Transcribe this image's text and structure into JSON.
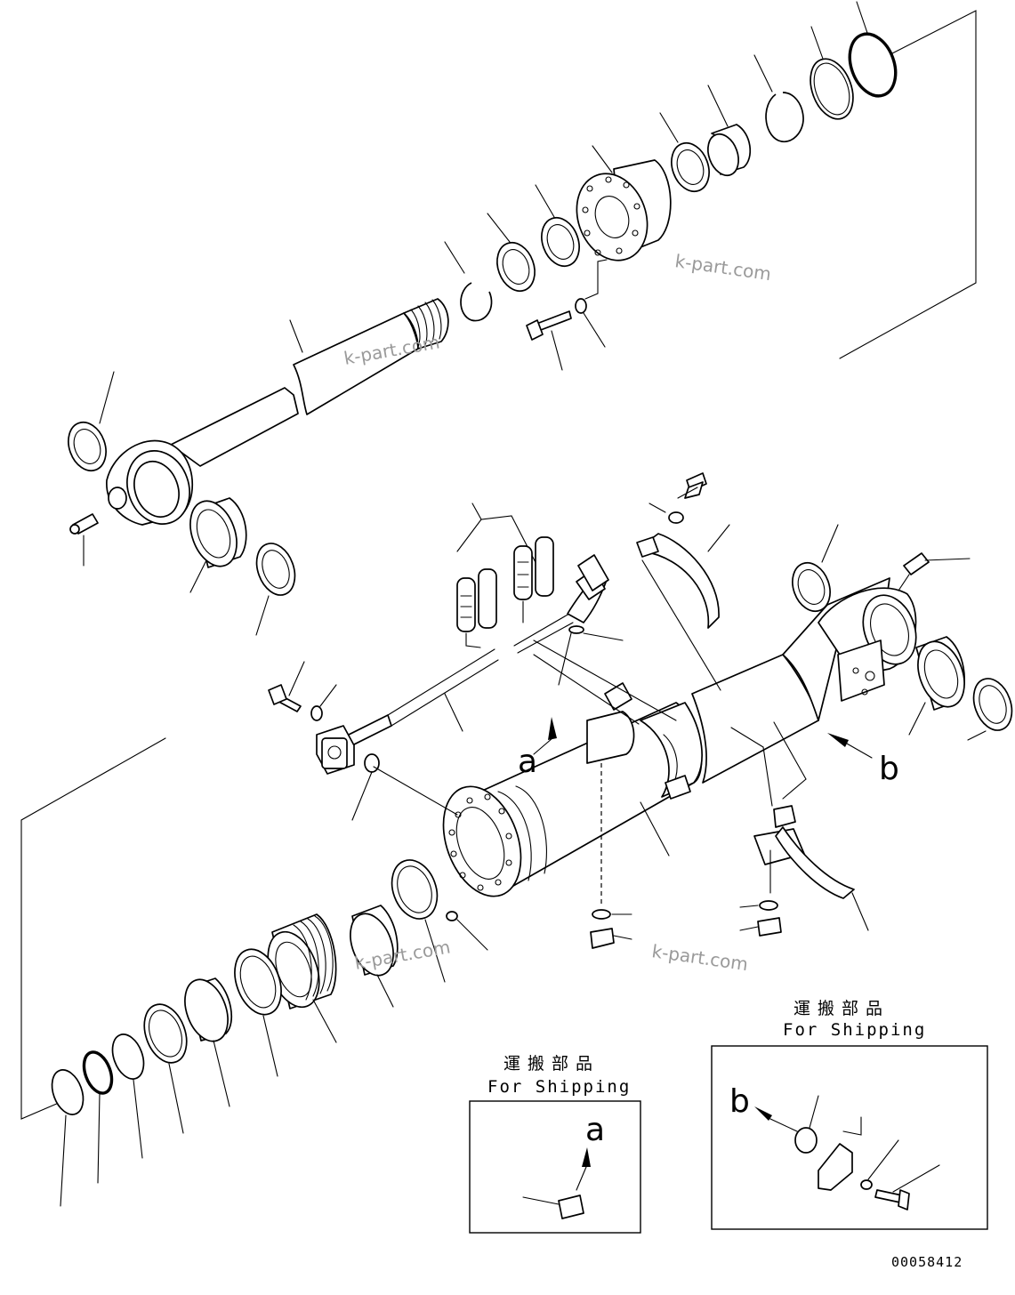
{
  "diagram": {
    "callout_a": "a",
    "callout_b": "b",
    "shipping_box_a": {
      "title_jp": "運搬部品",
      "title_en": "For Shipping",
      "callout": "a"
    },
    "shipping_box_b": {
      "title_jp": "運搬部品",
      "title_en": "For Shipping",
      "callout": "b"
    },
    "watermarks": [
      "k-part.com",
      "k-part.com",
      "k-part.com",
      "k-part.com"
    ],
    "drawing_code": "00058412"
  }
}
